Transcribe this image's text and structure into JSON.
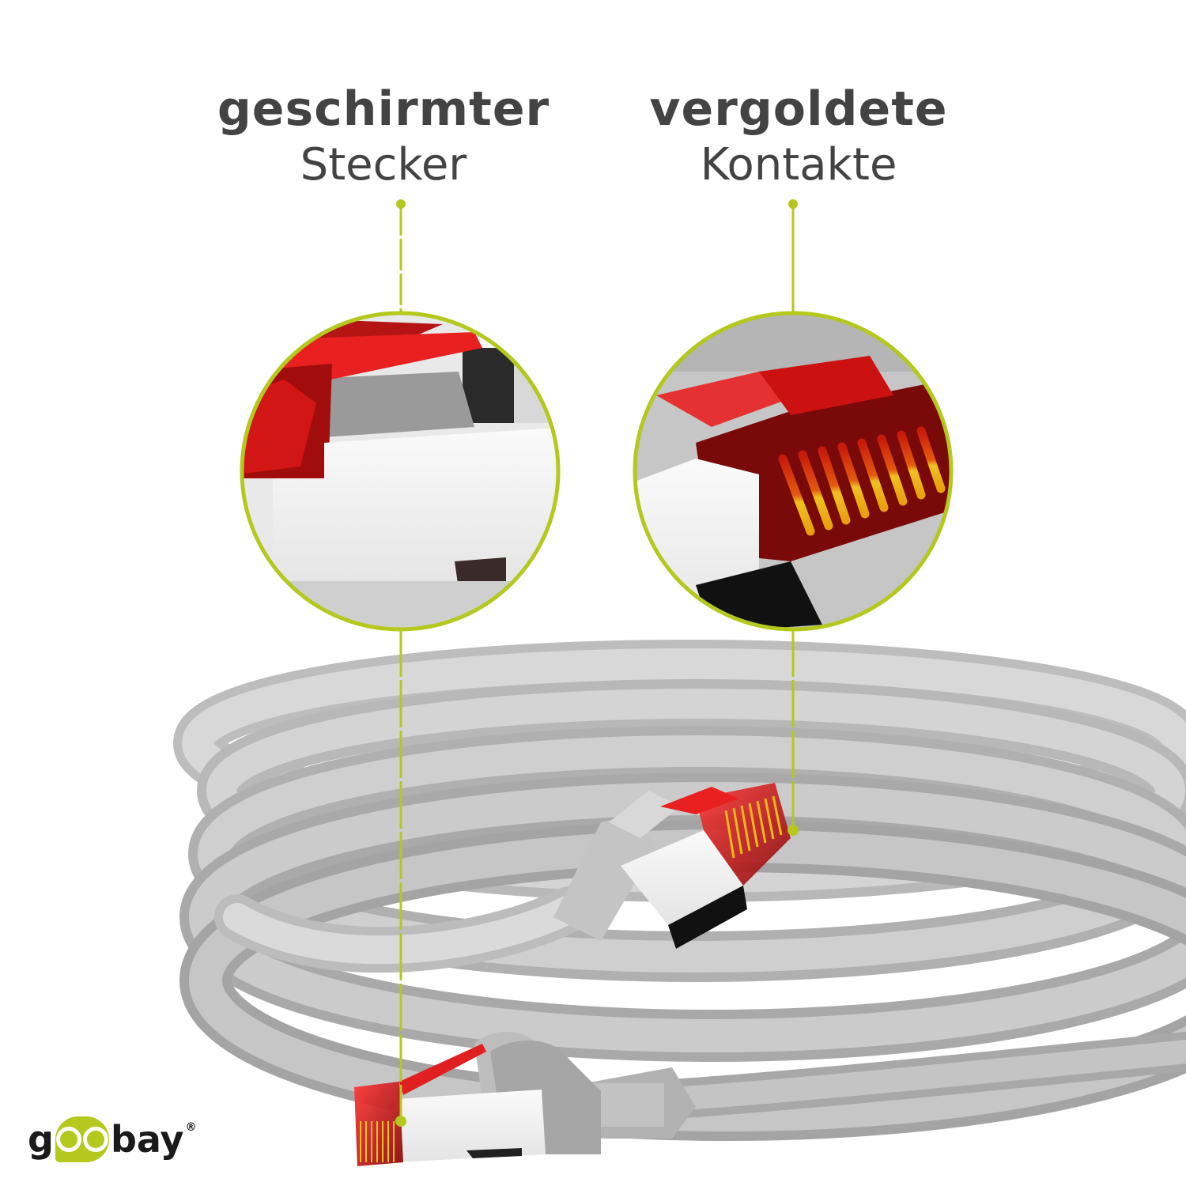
{
  "callouts": [
    {
      "title": "geschirmter",
      "subtitle": "Stecker"
    },
    {
      "title": "vergoldete",
      "subtitle": "Kontakte"
    }
  ],
  "brand": {
    "prefix": "g",
    "suffix": "bay",
    "registered": "®",
    "accent_color": "#b4c81e"
  },
  "colors": {
    "text": "#434343",
    "accent": "#b4c81e",
    "cable": "#c9c9c9",
    "connector_red": "#d11a1a",
    "contact_gold": "#e3b21a"
  }
}
